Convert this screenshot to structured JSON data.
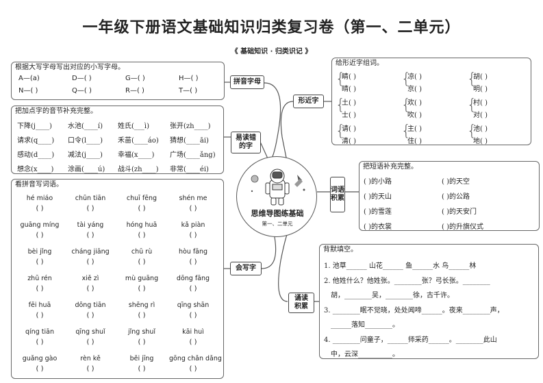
{
  "title": "一年级下册语文基础知识归类复习卷（第一、二单元）",
  "subtitle": "《 基础知识 · 归类识记 》",
  "hub": {
    "title": "思维导图练基础",
    "subtitle": "第一、二单元"
  },
  "tags": {
    "pinyin": "拼音字母",
    "yidu": "易读错的字",
    "huixie": "会写字",
    "xingjin": "形近字",
    "ciyu": "词语积累",
    "songdu": "诵读积累"
  },
  "section1": {
    "title": "根据大写字母写出对应的小写字母。",
    "items": [
      "A—(a)",
      "D—(     )",
      "G—(     )",
      "H—(     )",
      "N—(     )",
      "Q—(     )",
      "R—(     )",
      "T—(     )"
    ]
  },
  "section2": {
    "title": "把加点字的音节补充完整。",
    "items": [
      "下降(j____)",
      "水池(____í)",
      "姓氏(___ì)",
      "张开(zh____)",
      "请求(q____)",
      "口令(l____)",
      "禾苗(____áo)",
      "猜想(____āi)",
      "感动(d____)",
      "减法(j____)",
      "幸福(x____)",
      "广场(____ǎng)",
      "想念(x____)",
      "涂画(____ú)",
      "战斗(zh____)",
      "非常(____éi)"
    ]
  },
  "section3": {
    "title": "看拼音写词语。",
    "items": [
      "hé miáo",
      "chūn tiān",
      "chuī fēng",
      "shén me",
      "guāng míng",
      "tài yáng",
      "hóng huā",
      "kǎ piàn",
      "bèi jǐng",
      "cháng jiāng",
      "chū rù",
      "hòu fāng",
      "zhū rén",
      "xiě zì",
      "mù guāng",
      "dōng fāng",
      "fēi huā",
      "dōng tiān",
      "shēng rì",
      "qīng shān",
      "qíng tiān",
      "qīng shuǐ",
      "jǐng shuǐ",
      "kāi huì",
      "guǎng gào",
      "rèn kě",
      "běi jīng",
      "gōng chǎn dǎng"
    ],
    "paren": "(          )"
  },
  "section4": {
    "title": "给形近字组词。",
    "items": [
      "睛(          )",
      "凉(          )",
      "胡(          )",
      "晴(          )",
      "京(          )",
      "明(          )",
      "土(          )",
      "欢(          )",
      "村(          )",
      "士(          )",
      "吹(          )",
      "对(          )",
      "请(          )",
      "主(          )",
      "池(          )",
      "清(          )",
      "住(          )",
      "地(          )"
    ]
  },
  "section5": {
    "title": "把短语补充完整。",
    "items": [
      "(          )的小路",
      "(          )的天空",
      "(          )的天山",
      "(          )的公路",
      "(          )的雪莲",
      "(          )的天安门",
      "(          )的衣裳",
      "(          )的升旗仪式"
    ]
  },
  "section6": {
    "title": "背默填空。",
    "lines": [
      "1. 池草______  山花______  鱼______水  鸟______林",
      "2. 他姓什么？他姓张。________张？弓长张。________",
      "胡，________吴，________徐，古千许。",
      "3. ________眠不觉晓，处处闻啼______。夜来________声，",
      "______落知________。",
      "4. ________问童子，______师采药______。________此山",
      "中，云深__________。"
    ]
  }
}
